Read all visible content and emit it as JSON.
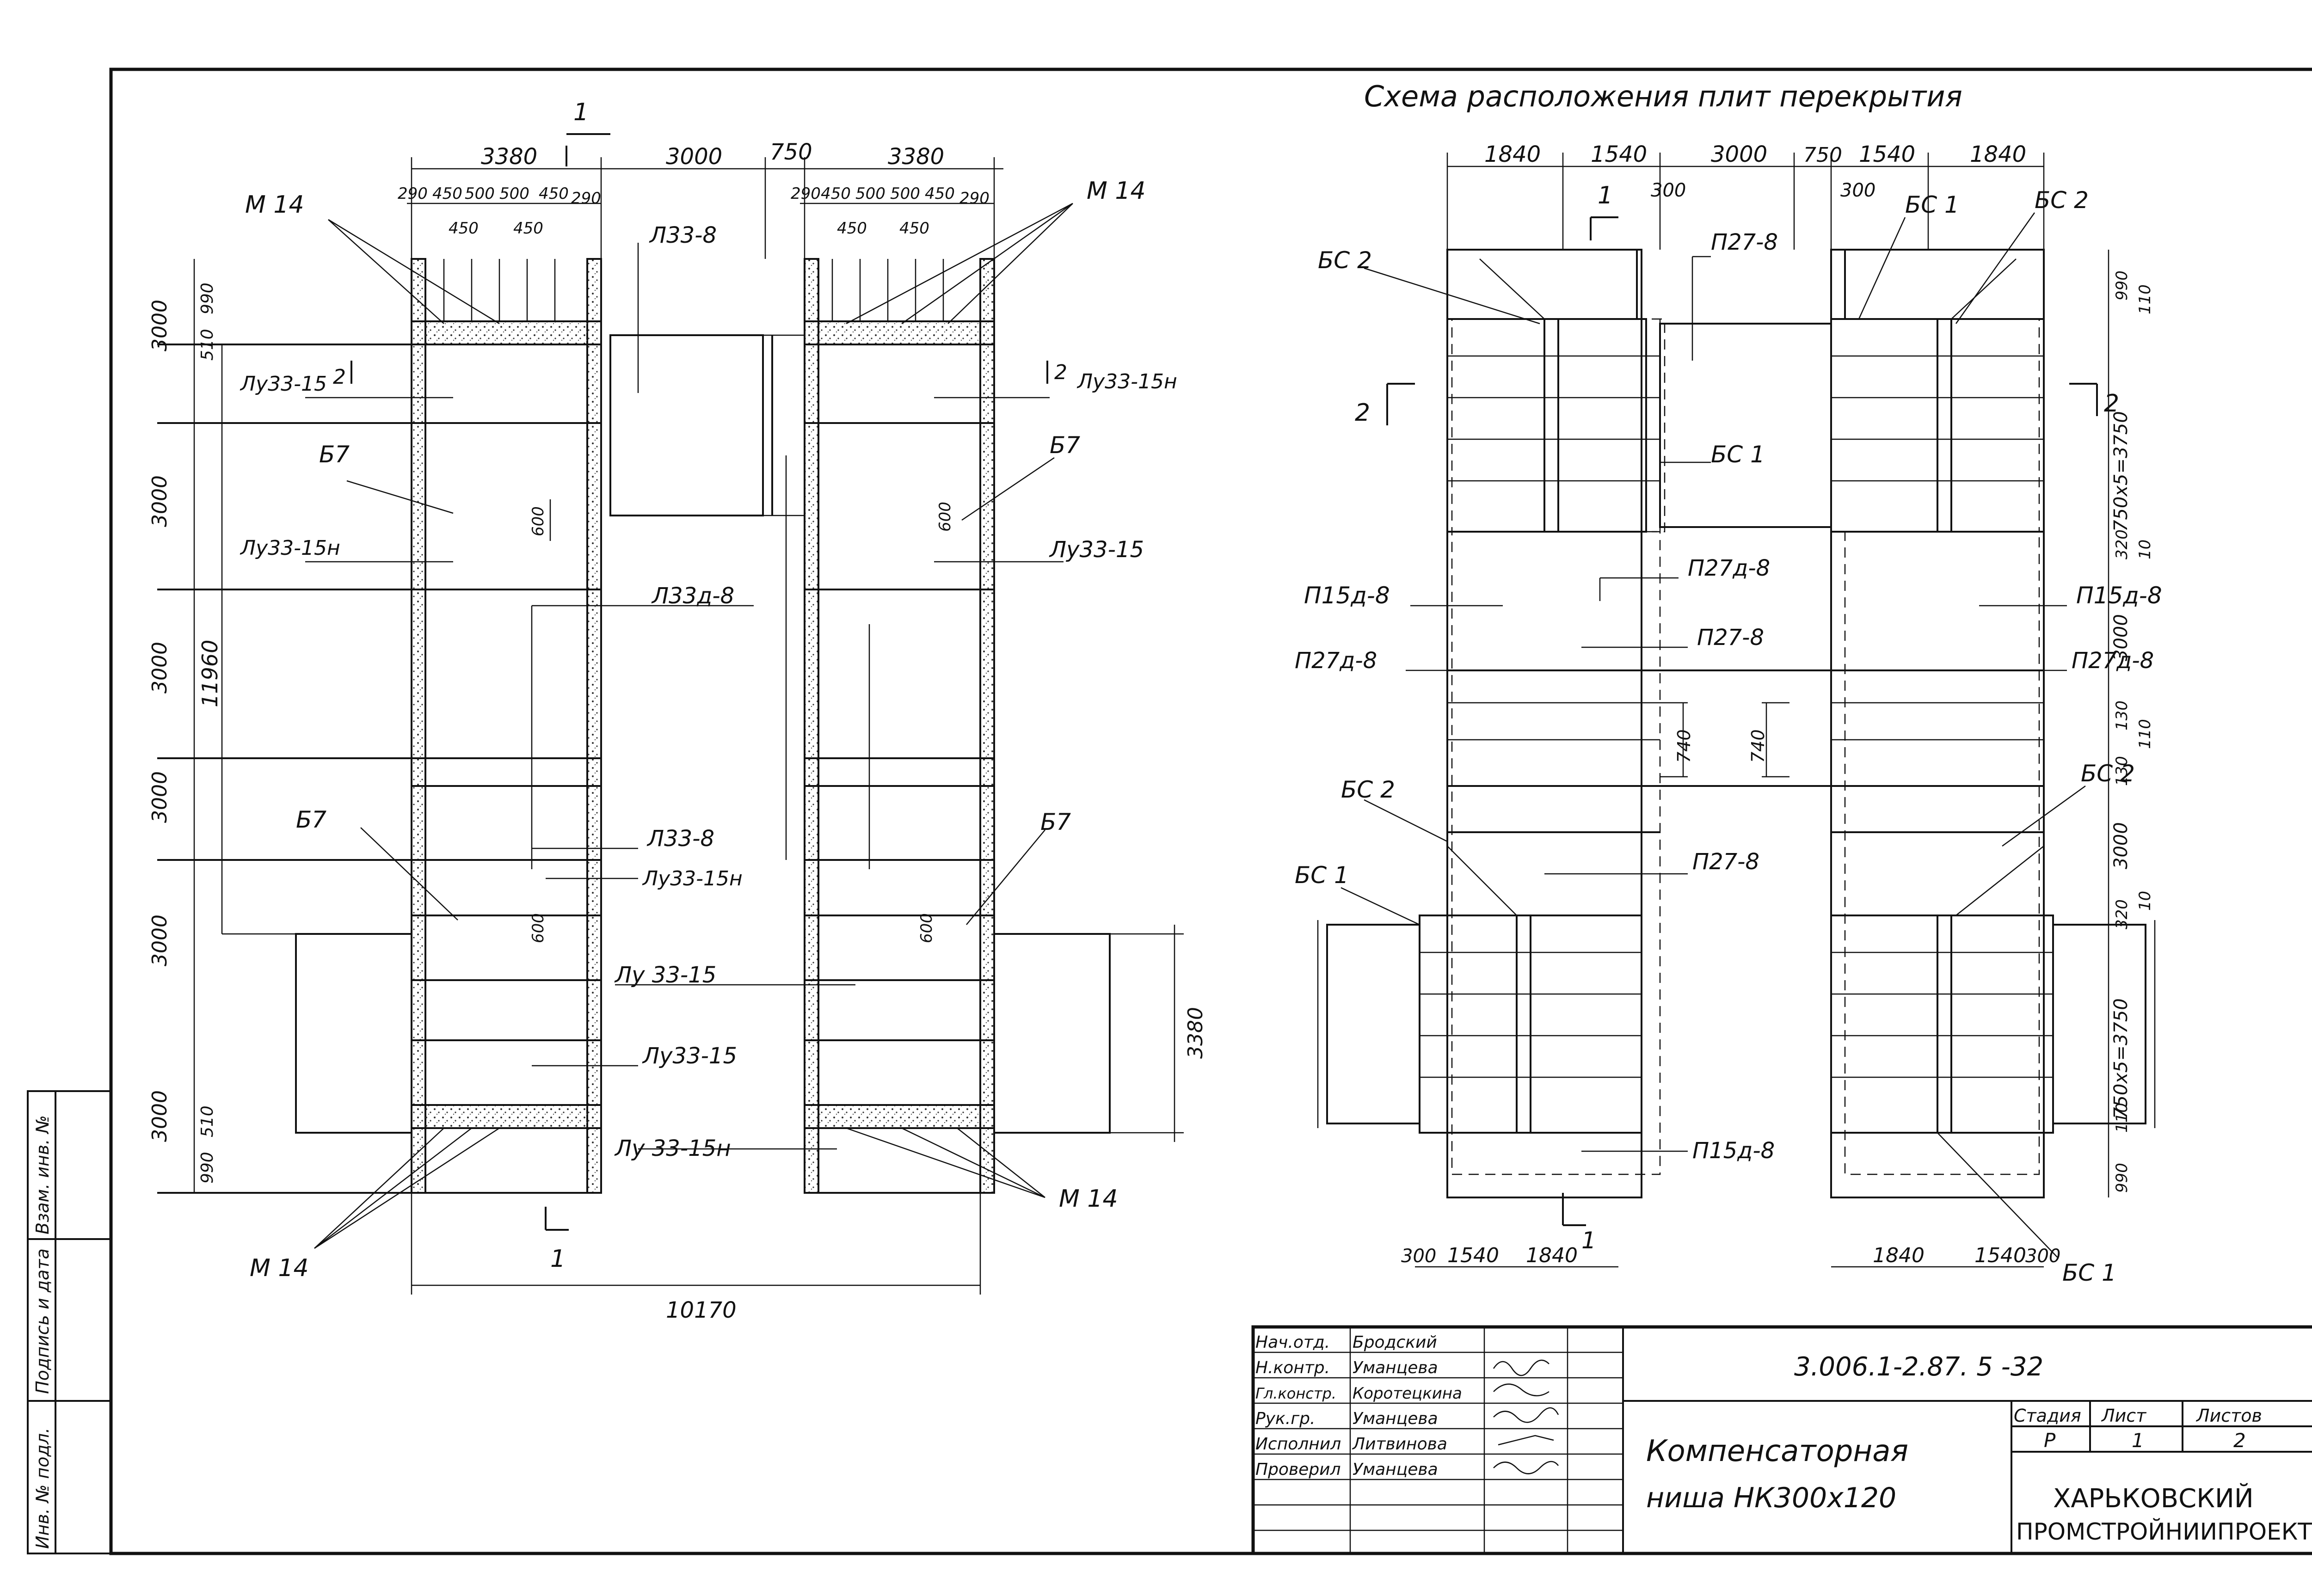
{
  "titles": {
    "right_scheme": "Схема расположения плит перекрытия"
  },
  "left_plan": {
    "section_marks": [
      "1",
      "1",
      "2",
      "2"
    ],
    "top_dims": [
      "3380",
      "3000",
      "750",
      "3380"
    ],
    "top_sub_dims_left": [
      "290",
      "450",
      "500",
      "500",
      "450",
      "290",
      "450",
      "450"
    ],
    "top_sub_dims_right": [
      "290",
      "450",
      "500",
      "500",
      "450",
      "290",
      "450",
      "450"
    ],
    "side_dims": [
      "3000",
      "510",
      "990",
      "3000",
      "3000",
      "3000",
      "3000",
      "3000",
      "990",
      "510",
      "11960"
    ],
    "inner_dims": [
      "600",
      "600",
      "600",
      "600",
      "3380"
    ],
    "bottom_dim": "10170",
    "labels": {
      "m14_tl": "М 14",
      "m14_tr": "М 14",
      "m14_bl": "М 14",
      "m14_br": "М 14",
      "l33_8_top": "Л33-8",
      "lu33_15_2": "Лу33-15",
      "lu33_15n_r1": "Лу33-15н",
      "b7_l1": "Б7",
      "b7_r1": "Б7",
      "lu33_15n_l2": "Лу33-15н",
      "lu33_15_r2": "Лу33-15",
      "l33d_8": "Л33д-8",
      "l33_8_mid": "Л33-8",
      "b7_l2": "Б7",
      "b7_r2": "Б7",
      "lu33_15n_mid": "Лу33-15н",
      "lu33_15_a": "Лу 33-15",
      "lu33_15_b": "Лу33-15",
      "lu33_15n_bot": "Лу 33-15н"
    }
  },
  "right_plan": {
    "section_marks": [
      "1",
      "1",
      "2",
      "2"
    ],
    "top_dims": [
      "1840",
      "1540",
      "3000",
      "750",
      "1540",
      "1840"
    ],
    "top_small": [
      "300",
      "300"
    ],
    "bottom_dims_left": [
      "300",
      "1540",
      "1840"
    ],
    "bottom_dims_right": [
      "1840",
      "1540",
      "300"
    ],
    "side_dims": [
      "990",
      "110",
      "750x5=3750",
      "320",
      "10",
      "3000",
      "130",
      "110",
      "740",
      "740",
      "130",
      "3000",
      "320",
      "10",
      "750x5=3750",
      "110",
      "990"
    ],
    "labels": {
      "bs2_tl": "БС 2",
      "bs1_tr": "БС 1",
      "bs2_tr": "БС 2",
      "p27_8_top": "П27-8",
      "bs1_mid": "БС 1",
      "p27d_8_a": "П27д-8",
      "p15d_8_l": "П15д-8",
      "p15d_8_r": "П15д-8",
      "p27_8_mid": "П27-8",
      "p27d_8_l": "П27д-8",
      "p27d_8_r": "П27д-8",
      "bs2_ml": "БС 2",
      "bs2_mr": "БС 2",
      "p27_8_low": "П27-8",
      "bs1_l": "БС 1",
      "p15d_8_bot": "П15д-8",
      "bs1_br": "БС 1"
    }
  },
  "stamp": {
    "doc_code": "3.006.1-2.87. 5 -32",
    "rows": [
      {
        "role": "Нач.отд.",
        "name": "Бродский"
      },
      {
        "role": "Н.контр.",
        "name": "Уманцева"
      },
      {
        "role": "Гл.констр.",
        "name": "Коротецкина"
      },
      {
        "role": "Рук.гр.",
        "name": "Уманцева"
      },
      {
        "role": "Исполнил",
        "name": "Литвинова"
      },
      {
        "role": "Проверил",
        "name": "Уманцева"
      }
    ],
    "title_line1": "Компенсаторная",
    "title_line2": "ниша  НК300х120",
    "stage_header": "Стадия",
    "sheet_header": "Лист",
    "sheets_header": "Листов",
    "stage": "Р",
    "sheet": "1",
    "sheets": "2",
    "org_line1": "ХАРЬКОВСКИЙ",
    "org_line2": "ПРОМСТРОЙНИИПРОЕКТ"
  },
  "side_strip": [
    "Инв. № подл.",
    "Подпись и дата",
    "Взам. инв. №"
  ]
}
